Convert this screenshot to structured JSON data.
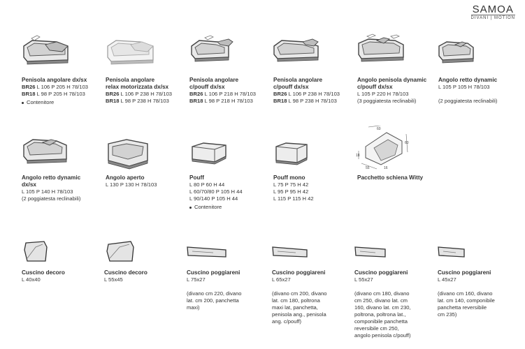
{
  "brand": {
    "name": "SAMOA",
    "tagline": "DIVANI | MOTION"
  },
  "items": [
    {
      "name": "Penisola angolare dx/sx",
      "dims": [
        {
          "code": "BR26",
          "text": "L 106 P 205 H 78/103"
        },
        {
          "code": "BR18",
          "text": "L 98 P 205 H 78/103"
        }
      ],
      "extra": "Contenitore"
    },
    {
      "name": "Penisola angolare\nrelax motorizzata dx/sx",
      "dims": [
        {
          "code": "BR26",
          "text": "L 106 P 238 H 78/103"
        },
        {
          "code": "BR18",
          "text": "L 98 P 238 H 78/103"
        }
      ]
    },
    {
      "name": "Penisola angolare\nc/pouff dx/sx",
      "dims": [
        {
          "code": "BR26",
          "text": "L 106 P 218 H 78/103"
        },
        {
          "code": "BR18",
          "text": "L 98 P 218 H 78/103"
        }
      ]
    },
    {
      "name": "Penisola angolare\nc/pouff dx/sx",
      "dims": [
        {
          "code": "BR26",
          "text": "L 106 P 238 H 78/103"
        },
        {
          "code": "BR18",
          "text": "L 98 P 238 H 78/103"
        }
      ]
    },
    {
      "name": "Angolo penisola dynamic\nc/pouff dx/sx",
      "text": "L 105 P 220 H 78/103\n(3 poggiatesta reclinabili)"
    },
    {
      "name": "Angolo retto dynamic",
      "text": "L 105 P 105 H 78/103\n\n(2 poggiatesta reclinabili)"
    },
    {
      "name": "Angolo retto dynamic\ndx/sx",
      "text": "L 105 P 140 H 78/103\n(2 poggiatesta reclinabili)"
    },
    {
      "name": "Angolo aperto",
      "text": "L 130 P 130 H 78/103"
    },
    {
      "name": "Pouff",
      "text": "L 80 P 60 H 44\nL 60/70/80 P 105 H 44\nL 90/140 P 105 H 44",
      "extra": "Contenitore"
    },
    {
      "name": "Pouff mono",
      "text": "L 75 P 75 H 42\nL 95 P 95 H 42\nL 115 P 115 H 42"
    },
    {
      "name": "Pacchetto schiena Witty"
    },
    {
      "name": "Cuscino decoro",
      "text": "L 40x40"
    },
    {
      "name": "Cuscino decoro",
      "text": "L 55x45"
    },
    {
      "name": "Cuscino poggiareni",
      "text": "L 75x27\n\n(divano cm 220, divano\nlat. cm 200, panchetta\nmaxi)"
    },
    {
      "name": "Cuscino poggiareni",
      "text": "L 65x27\n\n(divano cm 200, divano\nlat. cm 180, poltrona\nmaxi lat, panchetta,\npenisola ang., penisola\nang. c/pouff)"
    },
    {
      "name": "Cuscino poggiareni",
      "text": "L 55x27\n\n(divano cm 180, divano\ncm 250, divano lat. cm\n160, divano lat. cm 230,\npoltrona, poltrona lat.,\ncomponibile panchetta\nreversibile cm 250,\nangolo penisola c/pouff)"
    },
    {
      "name": "Cuscino poggiareni",
      "text": "L 45x27\n\n(divano cm 160, divano\nlat. cm 140, componibile\npanchetta reversibile\ncm 235)"
    }
  ],
  "witty_labels": [
    "60",
    "60",
    "18",
    "55",
    "16"
  ]
}
